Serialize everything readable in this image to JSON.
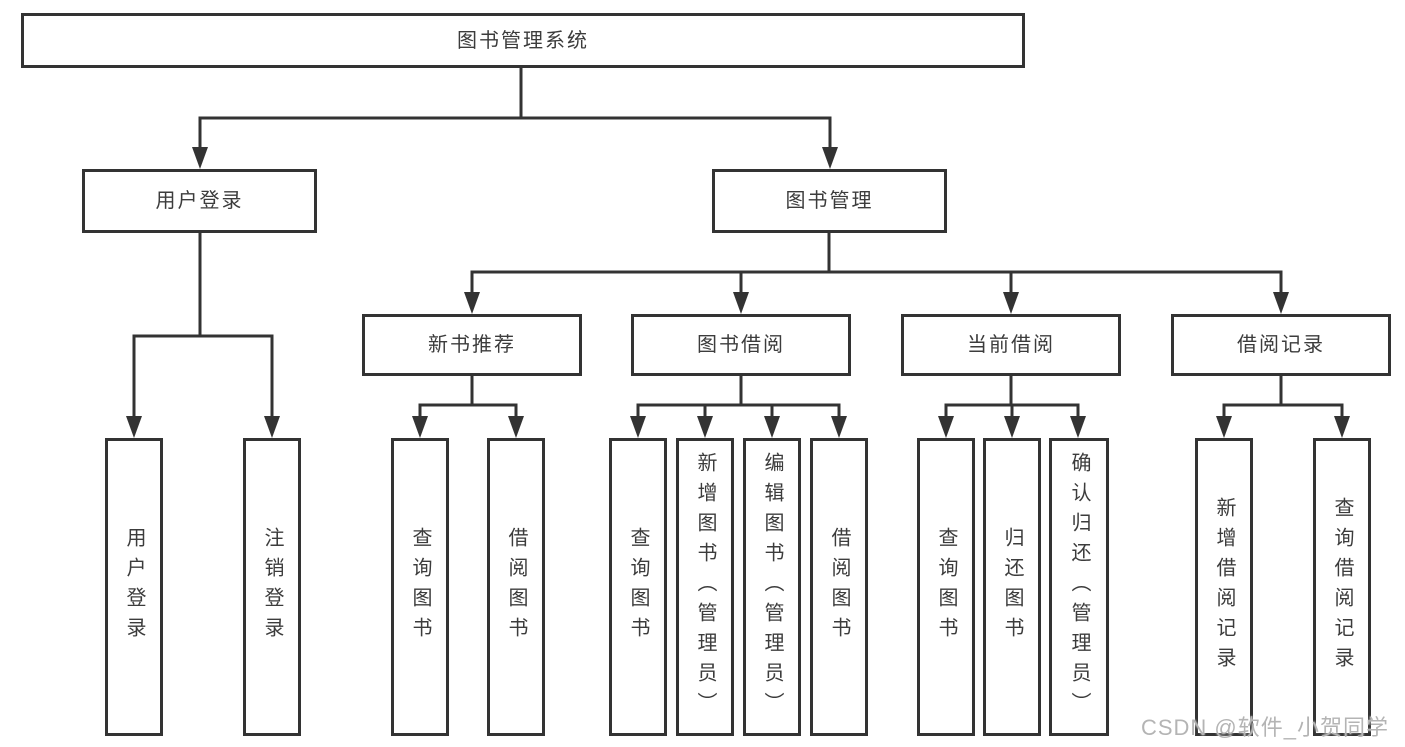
{
  "tree": {
    "root": {
      "label": "图书管理系统"
    },
    "level2": [
      {
        "label": "用户登录"
      },
      {
        "label": "图书管理"
      }
    ],
    "level3": [
      {
        "label": "新书推荐"
      },
      {
        "label": "图书借阅"
      },
      {
        "label": "当前借阅"
      },
      {
        "label": "借阅记录"
      }
    ],
    "leaves": {
      "user_login": [
        "用户登录",
        "注销登录"
      ],
      "new_books": [
        "查询图书",
        "借阅图书"
      ],
      "book_borrow": [
        "查询图书",
        "新增图书（管理员）",
        "编辑图书（管理员）",
        "借阅图书"
      ],
      "current_borrow": [
        "查询图书",
        "归还图书",
        "确认归还（管理员）"
      ],
      "borrow_records": [
        "新增借阅记录",
        "查询借阅记录"
      ]
    }
  },
  "watermark": {
    "text": "CSDN @软件_小贺同学"
  },
  "colors": {
    "line": "#333333",
    "text": "#3c3c3c",
    "background": "#ffffff",
    "watermark": "#b4b4b4"
  }
}
